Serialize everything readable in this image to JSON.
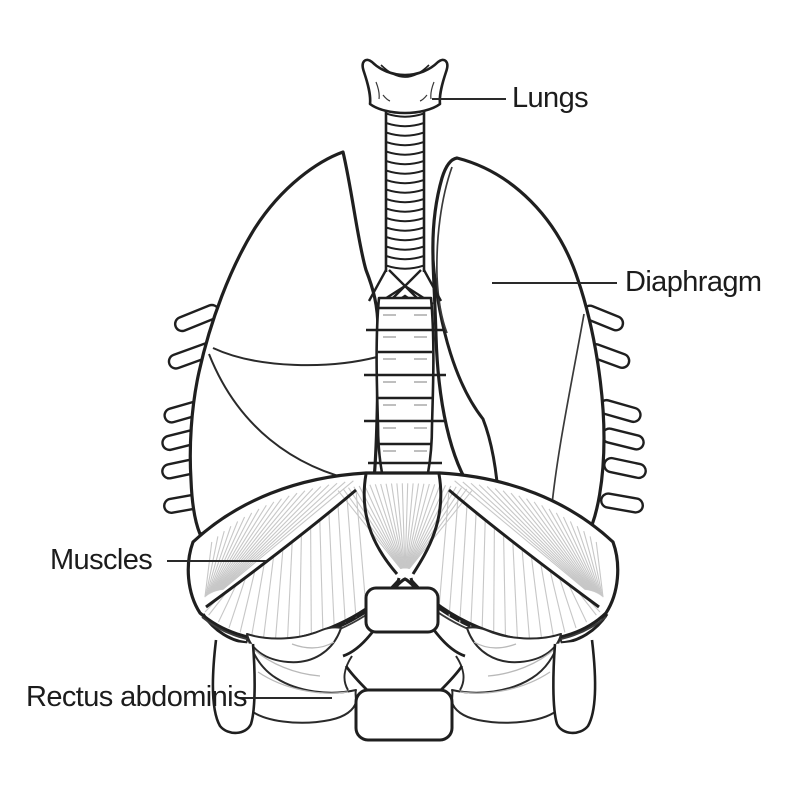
{
  "figure": {
    "kind": "anatomical line illustration",
    "subject": "Lungs, trachea and diaphragm, anterior view"
  },
  "colors": {
    "background": "#ffffff",
    "outline": "#1f1f1f",
    "thin_line": "#3a3a3a",
    "striation": "#c7c7c7",
    "bone_detail": "#b9b9b9",
    "leader_line": "#2a2a2a",
    "label_text": "#1c1c1c"
  },
  "labels": [
    {
      "id": "lungs",
      "text": "Lungs"
    },
    {
      "id": "diaphragm",
      "text": "Diaphragm"
    },
    {
      "id": "muscles",
      "text": "Muscles"
    },
    {
      "id": "rectus-abdominis",
      "text": "Rectus abdominis"
    }
  ]
}
